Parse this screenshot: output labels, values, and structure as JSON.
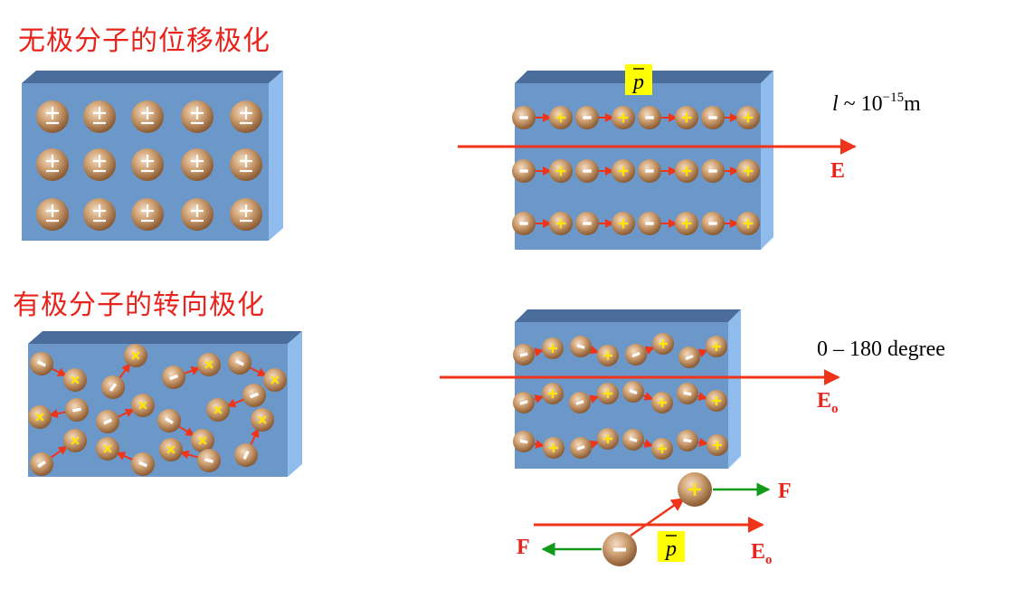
{
  "titles": {
    "nonpolar": "无极分子的位移极化",
    "polar": "有极分子的转向极化"
  },
  "labels": {
    "dipole_symbol": "p",
    "length_prefix": "l",
    "length_tilde": " ~ 10",
    "length_exp": "−15",
    "length_unit": "m",
    "field_E": "E",
    "field_E0_main": "E",
    "field_E0_sub": "o",
    "angle_range": "0 – 180 degree",
    "force": "F"
  },
  "colors": {
    "title": "#e8241c",
    "arrow": "#f0341a",
    "force_arrow": "#129b1a",
    "slab_front": "#6b97c9",
    "slab_top": "#4a6d9c",
    "slab_side": "#8fbcec",
    "molecule": "#c99a6e",
    "plus": "#ffe600",
    "label_bg": "#ffff00"
  }
}
